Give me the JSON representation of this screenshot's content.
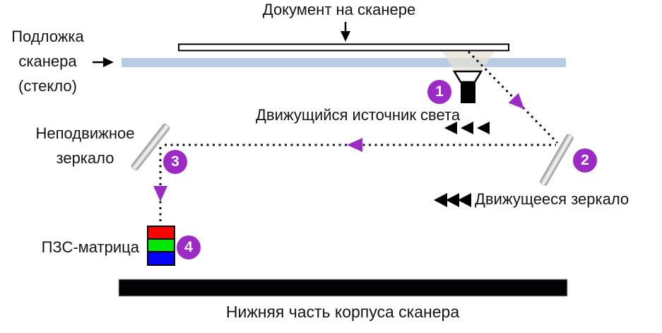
{
  "diagram": {
    "title": "Документ на сканере",
    "glass_label": {
      "line1": "Подложка",
      "line2": "сканера",
      "line3": "(стекло)"
    },
    "light_source_label": "Движущийся источник света",
    "fixed_mirror_label": {
      "line1": "Неподвижное",
      "line2": "зеркало"
    },
    "moving_mirror_label": "Движущееся зеркало",
    "ccd_label": "ПЗС-матрица",
    "bottom_label": "Нижняя часть корпуса сканера",
    "steps": [
      "1",
      "2",
      "3",
      "4"
    ],
    "icons": {
      "document_pointer": "down-arrow",
      "glass_pointer": "right-arrow",
      "lamp_motion": "triple-left-arrows",
      "mirror_motion": "triple-left-arrows",
      "light_path": "dotted-line-with-purple-arrowheads"
    },
    "colors": {
      "accent_purple": "#9B2BC4",
      "glass_blue": "#B8CCE4",
      "beam_beige": "#E5E2D4",
      "ccd_red": "#F80400",
      "ccd_green": "#02E802",
      "ccd_blue": "#0404F8",
      "scanner_base_black": "#030306",
      "line_black": "#141414"
    }
  }
}
